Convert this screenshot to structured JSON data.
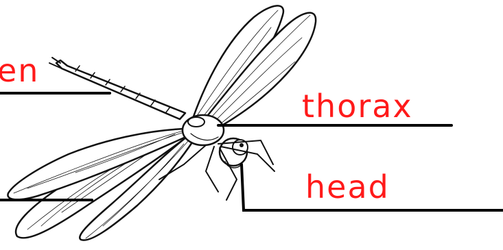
{
  "labels": {
    "abdomen": "en",
    "thorax": "thorax",
    "head": "head"
  },
  "colors": {
    "label_text": "#ff1a1a",
    "leader_line": "#000000",
    "outline": "#111111",
    "background": "#ffffff"
  },
  "illustration": {
    "subject": "dragonfly-drawing"
  }
}
